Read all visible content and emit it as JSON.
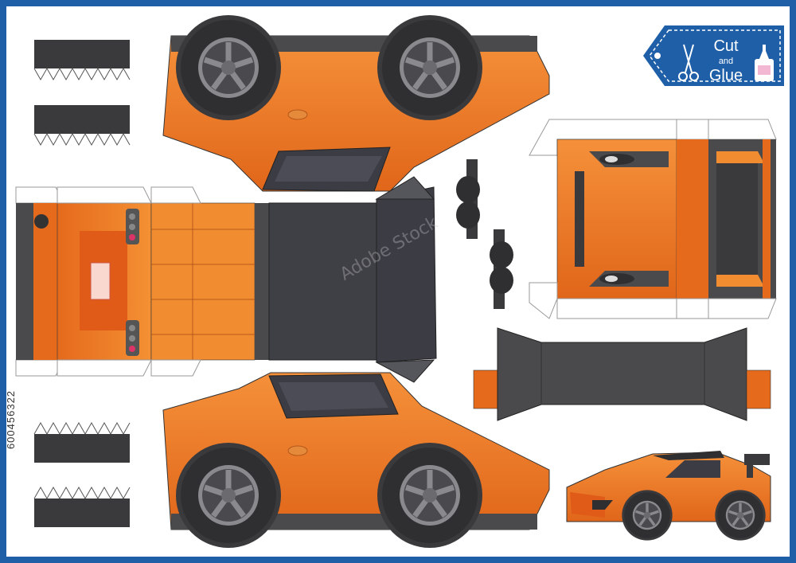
{
  "badge": {
    "cut_label": "Cut",
    "and_label": "and",
    "glue_label": "Glue"
  },
  "stock_id": "600456322",
  "watermark": "Adobe Stock",
  "colors": {
    "frame": "#1e5fa8",
    "car_orange": "#ee7a1f",
    "car_orange_dark": "#d9601a",
    "dark_gray": "#4a4a4c",
    "tire": "#3a3a3c",
    "window": "#3b3c44"
  },
  "icons": [
    "scissors-icon",
    "glue-bottle-icon"
  ]
}
